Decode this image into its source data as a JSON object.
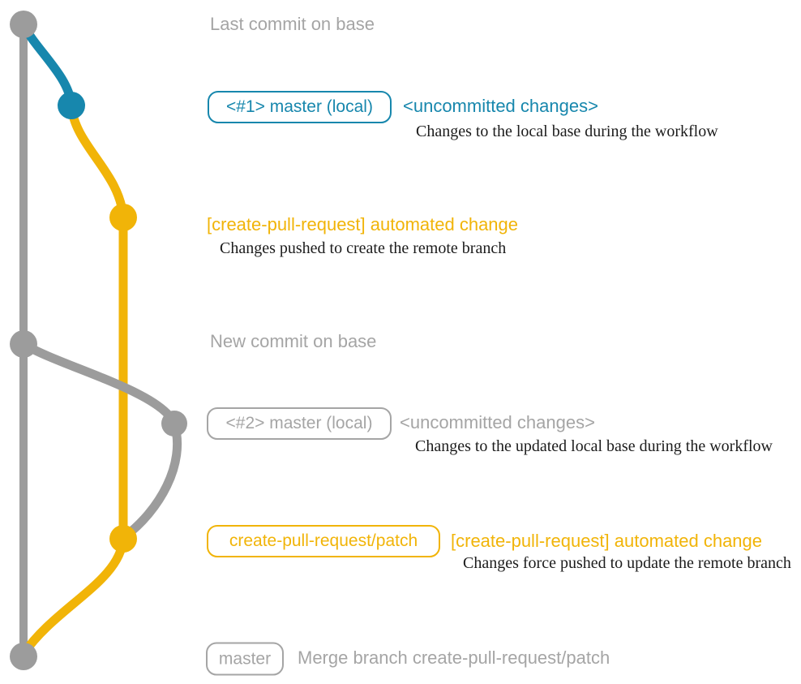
{
  "colors": {
    "gray": "#9c9c9c",
    "grayText": "#a5a5a5",
    "blue": "#1787ad",
    "yellow": "#f1b408",
    "ink": "#1c1c1c"
  },
  "diagram": {
    "note_top": "Last commit on base",
    "local1": {
      "tag": "<#1> master (local)",
      "note": "<uncommitted changes>",
      "desc": "Changes to the local base during the workflow"
    },
    "push1": {
      "title": "[create-pull-request] automated change",
      "desc": "Changes pushed to create the remote branch"
    },
    "note_new": "New commit on base",
    "local2": {
      "tag": "<#2> master (local)",
      "note": "<uncommitted changes>",
      "desc": "Changes to the updated local base during the workflow"
    },
    "push2": {
      "tag": "create-pull-request/patch",
      "title": "[create-pull-request] automated change",
      "desc": "Changes force pushed to update the remote branch"
    },
    "merge": {
      "tag": "master",
      "label": "Merge branch create-pull-request/patch"
    }
  }
}
